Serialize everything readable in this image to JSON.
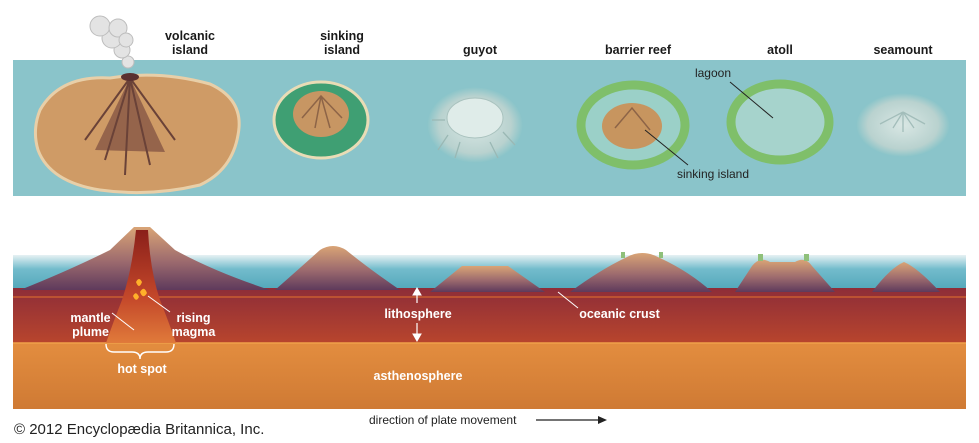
{
  "top_labels": {
    "volcanic_island": [
      "volcanic",
      "island"
    ],
    "sinking_island": [
      "sinking",
      "island"
    ],
    "guyot": "guyot",
    "barrier_reef": "barrier reef",
    "atoll": "atoll",
    "seamount": "seamount"
  },
  "map_labels": {
    "lagoon": "lagoon",
    "sinking_island": "sinking island"
  },
  "section_labels": {
    "mantle_plume": [
      "mantle",
      "plume"
    ],
    "rising_magma": [
      "rising",
      "magma"
    ],
    "hot_spot": "hot spot",
    "lithosphere": "lithosphere",
    "oceanic_crust": "oceanic crust",
    "asthenosphere": "asthenosphere"
  },
  "direction_label": "direction of plate movement",
  "copyright": "© 2012 Encyclopædia Britannica, Inc.",
  "colors": {
    "ocean_map": "#89c4c9",
    "sea_section": "#5fb0c0",
    "island_tan": "#c9955f",
    "lithosphere": "#b33a2b",
    "asthenosphere": "#dd8a3c",
    "reef_green": "#7fbf6a"
  }
}
